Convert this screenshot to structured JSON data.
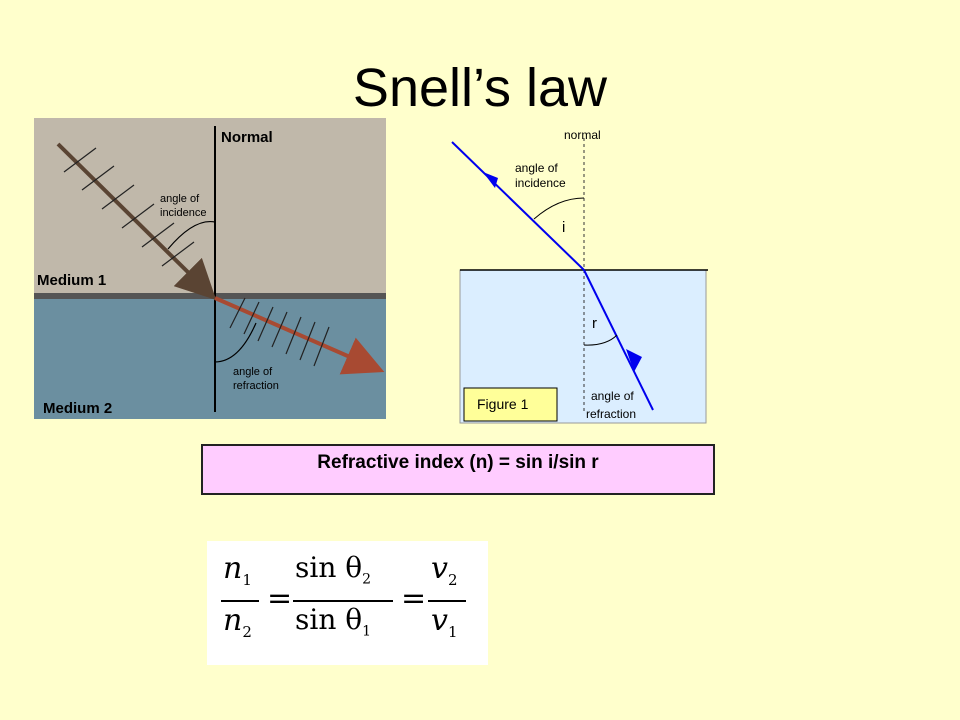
{
  "slide": {
    "title": "Snell’s law"
  },
  "diagram_left": {
    "normal_label": "Normal",
    "medium1_label": "Medium 1",
    "medium2_label": "Medium 2",
    "incidence_label_line1": "angle of",
    "incidence_label_line2": "incidence",
    "refraction_label_line1": "angle of",
    "refraction_label_line2": "refraction",
    "colors": {
      "medium1": "#c0b8aa",
      "medium2": "#6b8fa0",
      "boundary": "#555555",
      "incident_ray": "#5a4433",
      "refracted_ray": "#a84a32"
    }
  },
  "diagram_right": {
    "normal_label": "normal",
    "incidence_label_line1": "angle of",
    "incidence_label_line2": "incidence",
    "i_label": "i",
    "r_label": "r",
    "refraction_label_line1": "angle of",
    "refraction_label_line2": "refraction",
    "figure_label": "Figure 1",
    "colors": {
      "water": "#dbeeff",
      "ray": "#0000ee",
      "figure_box": "#ffff99"
    }
  },
  "formula_box": {
    "text": "Refractive index (n) = sin i/sin r",
    "background": "#ffccff"
  },
  "equation": {
    "n1": "n",
    "n1_sub": "1",
    "n2": "n",
    "n2_sub": "2",
    "sin_theta2": "sin θ",
    "sin_theta2_sub": "2",
    "sin_theta1": "sin θ",
    "sin_theta1_sub": "1",
    "v2": "v",
    "v2_sub": "2",
    "v1": "v",
    "v1_sub": "1",
    "equals": "="
  }
}
